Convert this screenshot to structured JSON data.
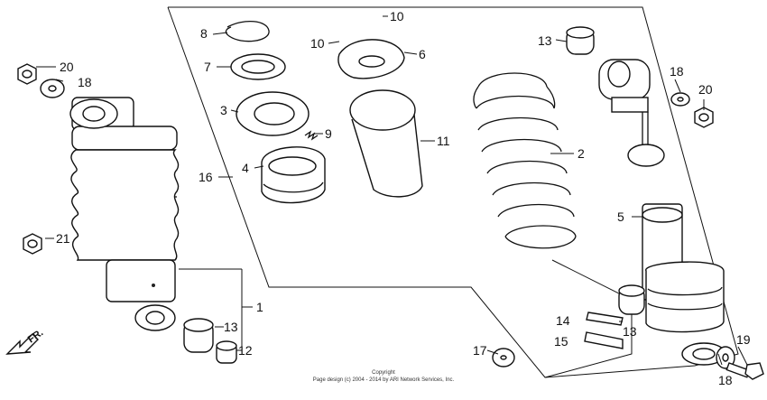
{
  "diagram": {
    "callouts": {
      "c1": "1",
      "c2": "2",
      "c3": "3",
      "c4": "4",
      "c5": "5",
      "c6": "6",
      "c7": "7",
      "c8": "8",
      "c9": "9",
      "c10a": "10",
      "c10b": "10",
      "c11": "11",
      "c12": "12",
      "c13a": "13",
      "c13b": "13",
      "c13c": "13",
      "c14": "14",
      "c15": "15",
      "c16": "16",
      "c17": "17",
      "c18a": "18",
      "c18b": "18",
      "c18c": "18",
      "c19": "19",
      "c20a": "20",
      "c20b": "20",
      "c21": "21"
    },
    "direction_label": "FR.",
    "copyright_line1": "Copyright",
    "copyright_line2": "Page design (c) 2004 - 2014 by ARI Network Services, Inc."
  }
}
